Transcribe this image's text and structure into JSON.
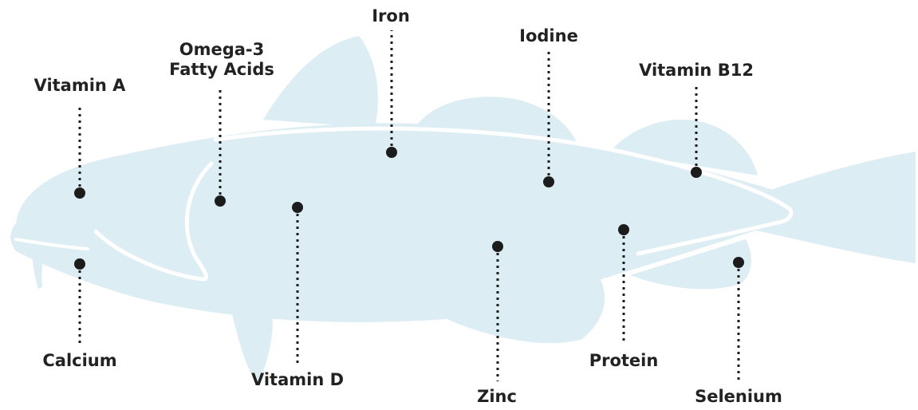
{
  "colors": {
    "fish_body": "#dcedf3",
    "fish_outline": "#ffffff",
    "dot": "#1c1c1c",
    "text": "#222222"
  },
  "nutrients": [
    {
      "id": "vitamin-a",
      "label": "Vitamin A"
    },
    {
      "id": "omega-3",
      "label": "Omega-3 Fatty Acids"
    },
    {
      "id": "iron",
      "label": "Iron"
    },
    {
      "id": "iodine",
      "label": "Iodine"
    },
    {
      "id": "vitamin-b12",
      "label": "Vitamin B12"
    },
    {
      "id": "calcium",
      "label": "Calcium"
    },
    {
      "id": "vitamin-d",
      "label": "Vitamin D"
    },
    {
      "id": "zinc",
      "label": "Zinc"
    },
    {
      "id": "protein",
      "label": "Protein"
    },
    {
      "id": "selenium",
      "label": "Selenium"
    }
  ]
}
